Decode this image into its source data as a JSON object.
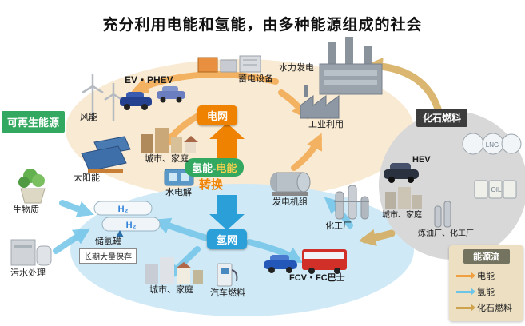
{
  "title": "充分利用电能和氢能，由多种能源组成的社会",
  "zones": {
    "electric_label": "电网",
    "hydrogen_label": "氢网",
    "renewable_label": "可再生能源",
    "fossil_label": "化石燃料"
  },
  "conversion": {
    "part_a": "氢能",
    "sep": "-",
    "part_b": "电能",
    "line2": "转换"
  },
  "nodes": {
    "wind": "风能",
    "ev_phev": "EV・PHEV",
    "battery_storage": "蓄电设备",
    "hydro_power": "水力发电",
    "industry": "工业利用",
    "city_home_electric": "城市、家庭",
    "solar": "太阳能",
    "electrolysis": "水电解",
    "generator": "发电机组",
    "biomass": "生物质",
    "sewage": "污水处理",
    "h2_tank": "储氢罐",
    "long_term_storage": "长期大量保存",
    "city_home_hydrogen": "城市、家庭",
    "vehicle_fuel": "汽车燃料",
    "fcv_bus": "FCV・FC巴士",
    "chemical_plant": "化工厂",
    "hev": "HEV",
    "city_home_fossil": "城市、家庭",
    "refinery_chemical": "炼油厂、化工厂"
  },
  "icon_text": {
    "h2": "H₂",
    "lng": "LNG",
    "oil": "OIL"
  },
  "legend": {
    "title": "能源流",
    "items": [
      {
        "label": "电能",
        "color": "#f0a040"
      },
      {
        "label": "氢能",
        "color": "#6cc4e8"
      },
      {
        "label": "化石燃料",
        "color": "#cfa24e"
      }
    ]
  },
  "colors": {
    "electric": "#ef8200",
    "hydrogen": "#2b9fd8",
    "renewable": "#33a860",
    "fossil_badge": "#3c3c3c",
    "electric_zone_bg": "#f9ead3",
    "hydrogen_zone_bg": "#cfe9f6",
    "fossil_zone_bg": "#d8d8d8",
    "legend_bg": "#ecdfc2"
  }
}
